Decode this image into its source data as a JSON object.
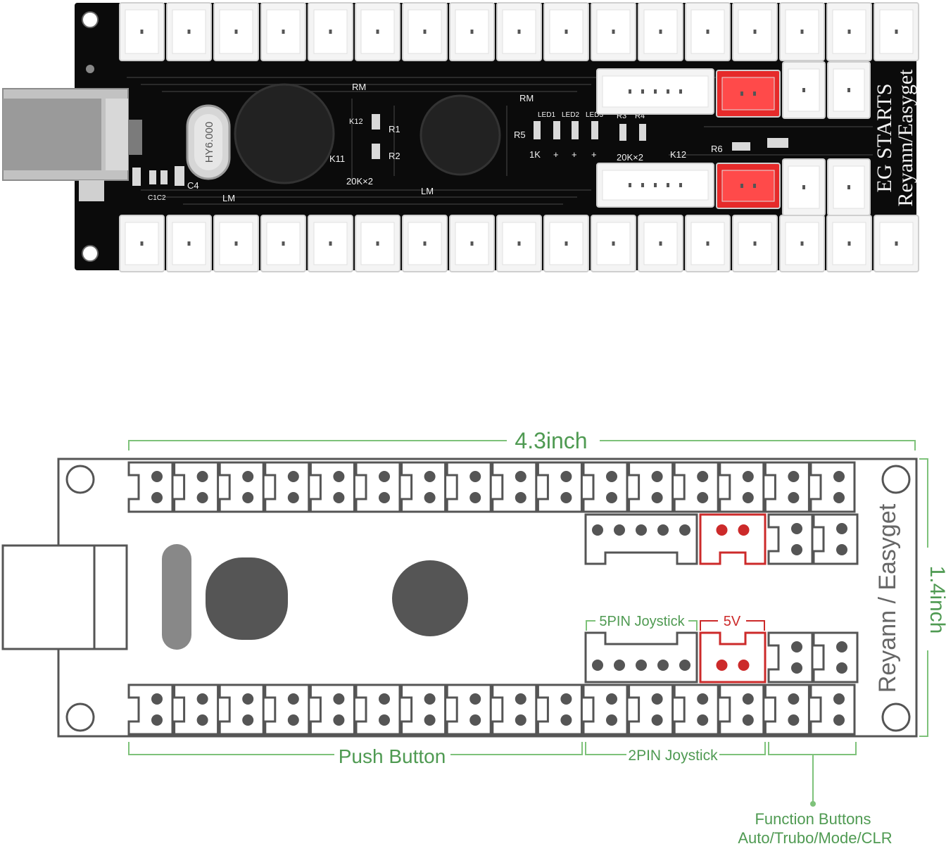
{
  "photo": {
    "brand_vertical": "Reyann/Easyget",
    "board_title": "EG STARTS",
    "crystal": "HY6.000",
    "silkscreen": {
      "rm_left": "RM",
      "rm_right": "RM",
      "lm_left": "LM",
      "lm_right": "LM",
      "k12_left": "K12",
      "k11": "K11",
      "r1": "R1",
      "r2": "R2",
      "res_left": "20K×2",
      "led1": "LED1",
      "led2": "LED2",
      "led3": "LED3",
      "r3": "R3",
      "r4": "R4",
      "r5": "R5",
      "r6": "R6",
      "res_1k": "1K",
      "plus": "+",
      "res_right": "20K×2",
      "k12_right": "K12",
      "c1c2": "C1C2",
      "c4": "C4"
    }
  },
  "diagram": {
    "width_label": "4.3inch",
    "height_label": "1.4inch",
    "brand_label": "Reyann / Easyget",
    "five_pin_label": "5PIN Joystick",
    "five_v_label": "5V",
    "push_button_label": "Push Button",
    "two_pin_label": "2PIN Joystick",
    "function_title": "Function Buttons",
    "function_subtitle": "Auto/Trubo/Mode/CLR"
  },
  "colors": {
    "board_black": "#0b0b0b",
    "connector_white": "#f4f4f4",
    "connector_red": "#e62a2a",
    "outline_gray": "#555555",
    "dimension_green": "#7ec27a",
    "label_green": "#4f9a52",
    "power_red": "#cc2a2a"
  }
}
